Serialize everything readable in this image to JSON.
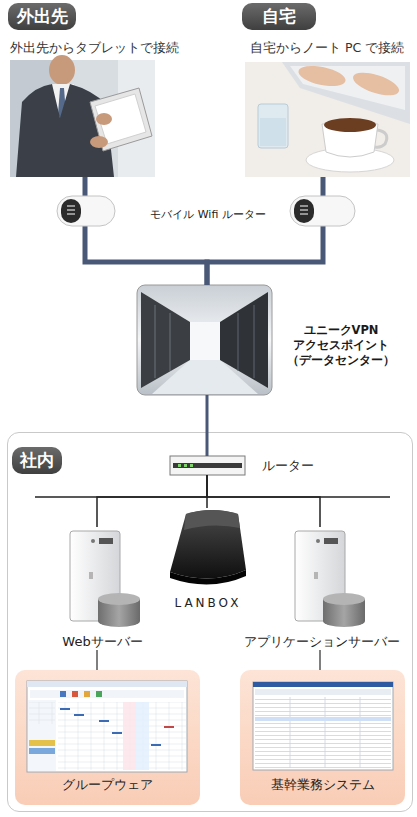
{
  "diagram": {
    "nodes": [
      {
        "text": [
          "外出先",
          "外出先からタブレットで接続"
        ]
      },
      {
        "text": [
          "自宅",
          "自宅からノート PC で接続"
        ]
      },
      {
        "text": [
          "ユニークVPN アクセスポイント （データセンター）"
        ]
      },
      {
        "text": [
          "社内"
        ]
      },
      {
        "text": [
          "ルーター"
        ],
        "in": 3
      },
      {
        "text": [
          "Webサーバー"
        ],
        "in": 3
      },
      {
        "text": [
          "LANBOX"
        ],
        "in": 3
      },
      {
        "text": [
          "アプリケーションサーバー"
        ],
        "in": 3
      },
      {
        "text": [
          "グループウェア"
        ],
        "in": 3
      },
      {
        "text": [
          "基幹業務システム"
        ],
        "in": 3
      }
    ],
    "edges": [
      {
        "from": 0,
        "to": 2,
        "arrow": "none"
      },
      {
        "from": 1,
        "to": 2,
        "arrow": "none"
      },
      {
        "from": 2,
        "to": 4,
        "arrow": "none"
      },
      {
        "from": 4,
        "to": 5,
        "arrow": "none"
      },
      {
        "from": 4,
        "to": 6,
        "arrow": "none"
      },
      {
        "from": 4,
        "to": 7,
        "arrow": "none"
      },
      {
        "from": 5,
        "to": 8,
        "arrow": "none"
      },
      {
        "from": 7,
        "to": 9,
        "arrow": "none"
      }
    ],
    "labels": [
      "モバイル Wifi ルーター"
    ]
  }
}
